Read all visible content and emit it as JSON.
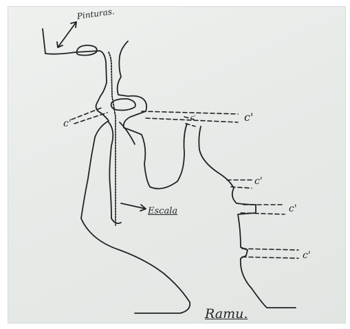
{
  "labels": {
    "pinturas": "Pinturas.",
    "escala": "Escala",
    "signature": "Ramu.",
    "chamber_mark": "c'"
  },
  "colors": {
    "paper": "#e9ece9",
    "ink": "#1f2124"
  }
}
